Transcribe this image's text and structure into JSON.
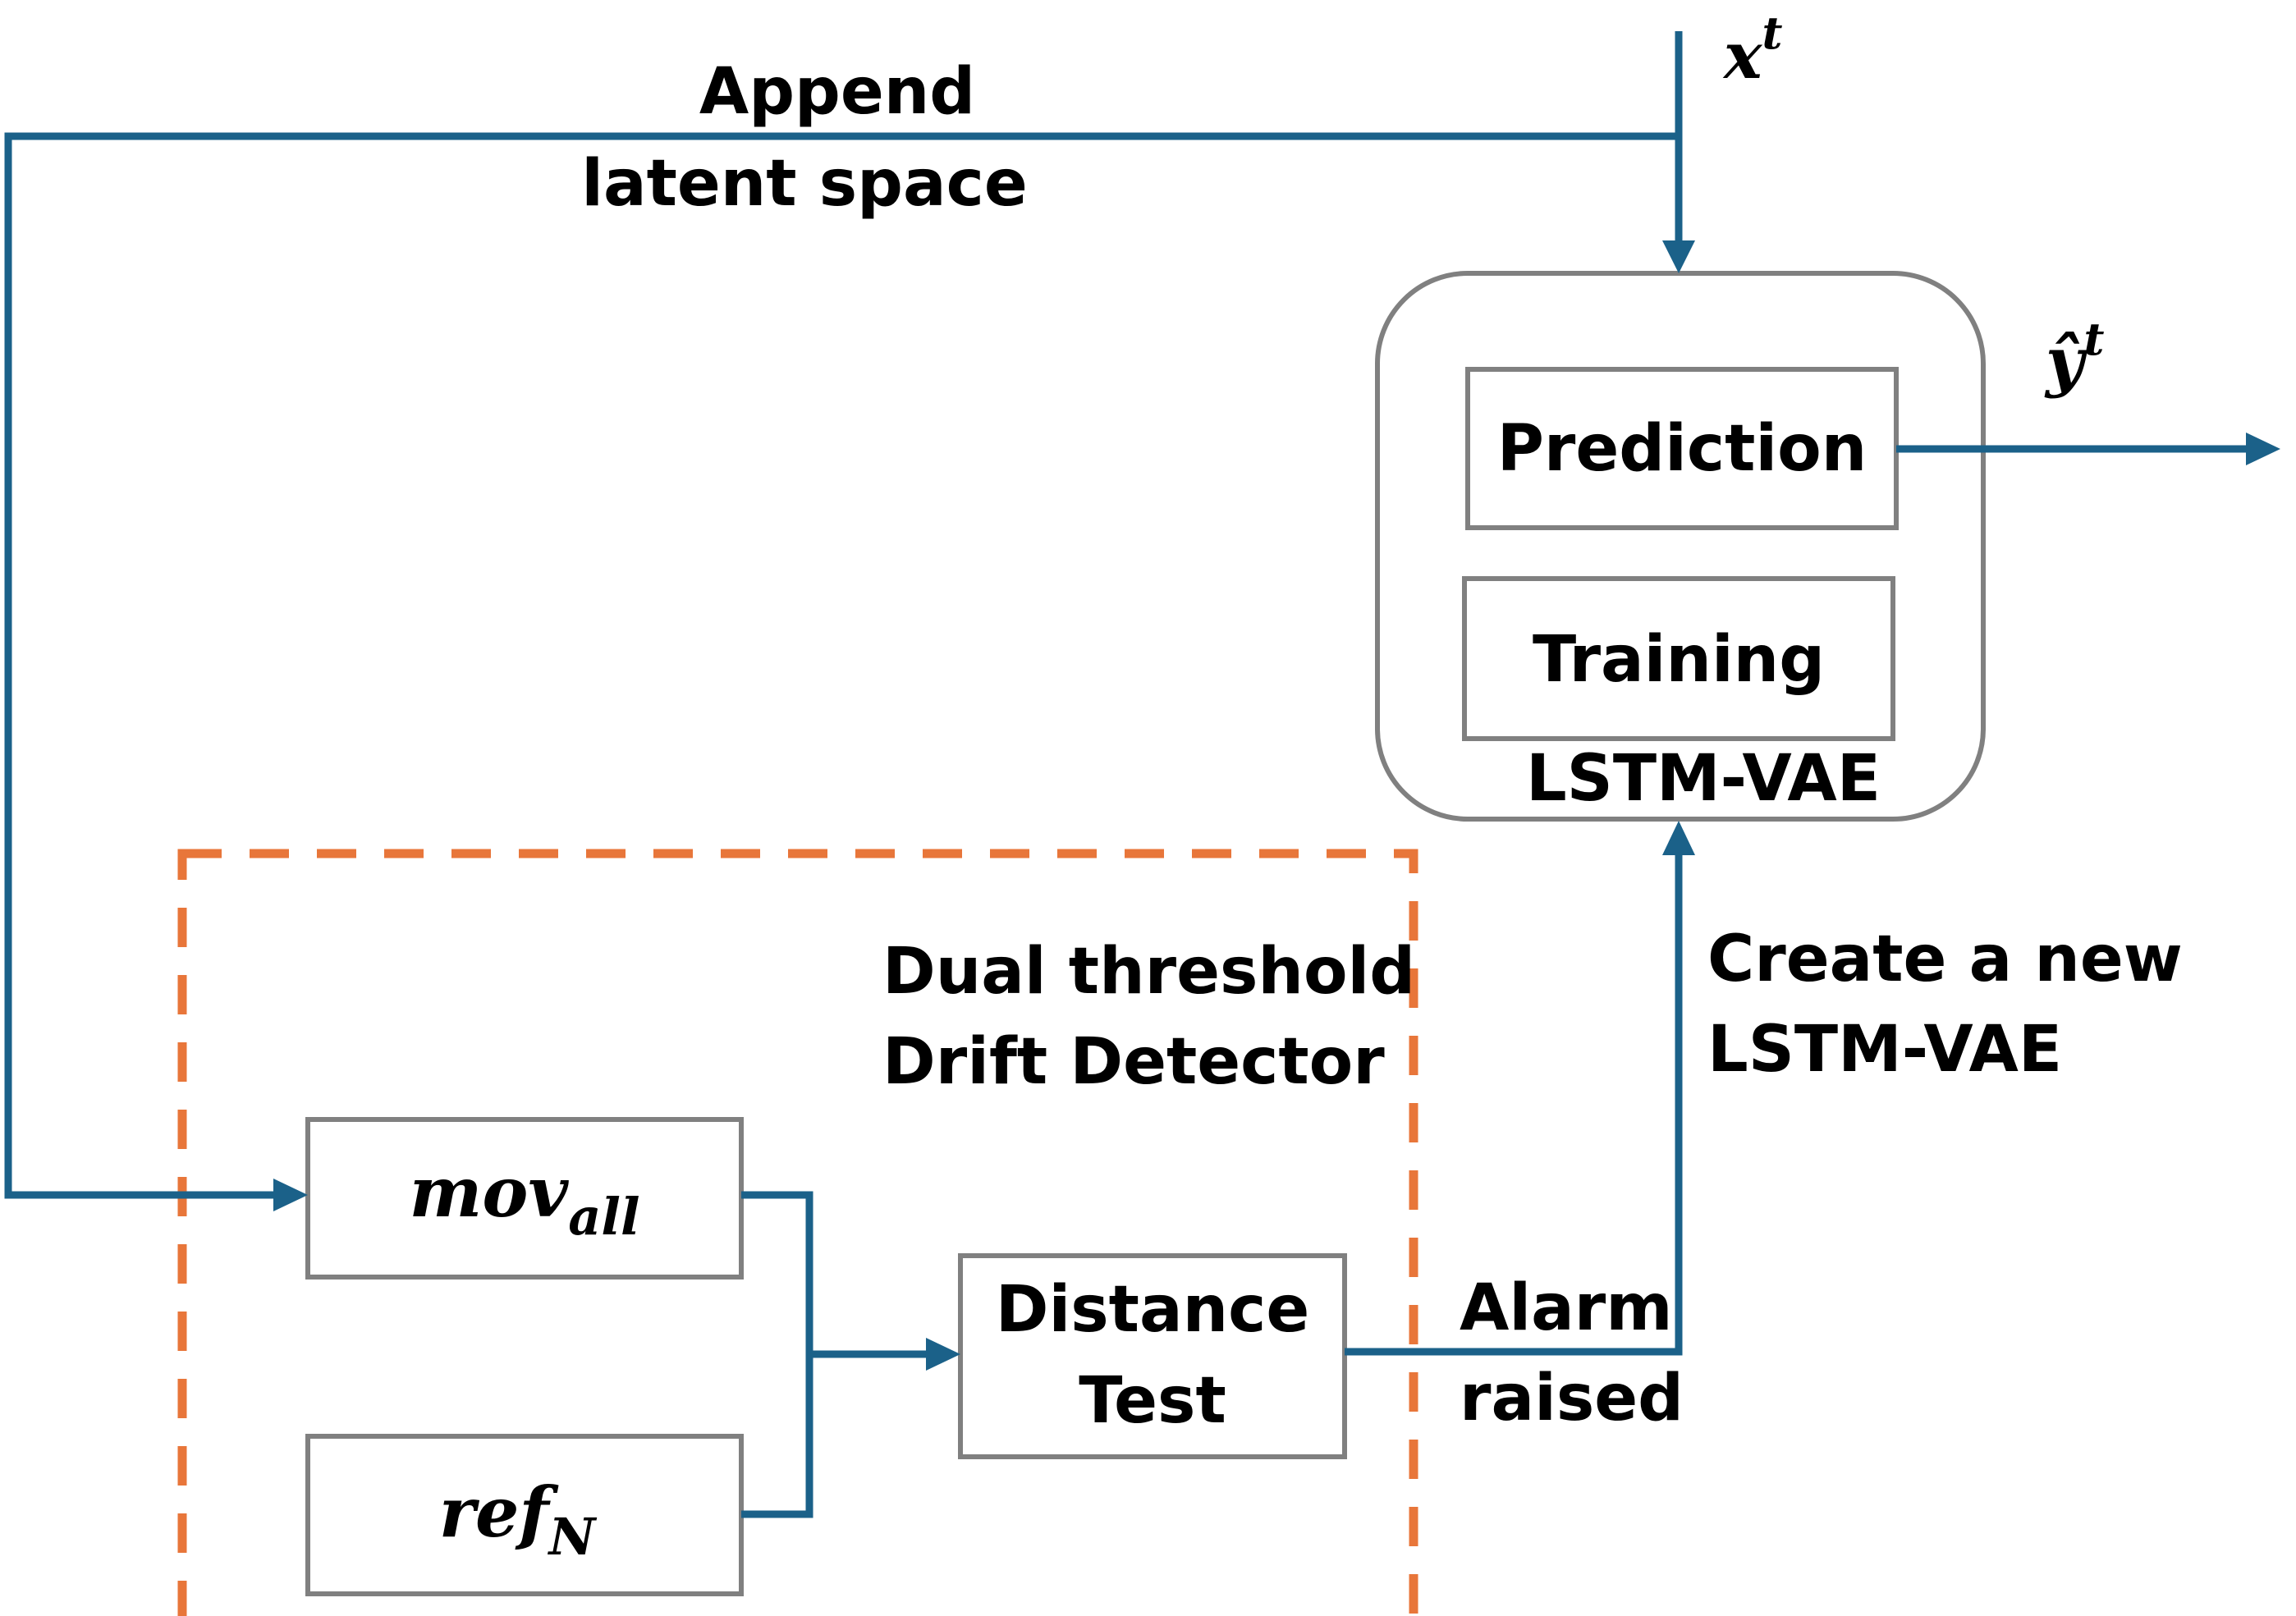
{
  "colors": {
    "flow": "#1b6189",
    "detector_border": "#e8763a",
    "box_border": "#808080",
    "text": "#000000"
  },
  "labels": {
    "x_input": {
      "base": "x",
      "sup": "t"
    },
    "y_output": {
      "base": "ŷ",
      "sup": "t"
    },
    "append": [
      "Append",
      "latent space"
    ],
    "lstm_vae": "LSTM-VAE",
    "prediction": "Prediction",
    "training": "Training",
    "detector": [
      "Dual threshold",
      "Drift Detector"
    ],
    "mov": {
      "base": "mov",
      "sub": "all"
    },
    "ref": {
      "base": "ref",
      "sub": "N"
    },
    "distance_test": [
      "Distance",
      "Test"
    ],
    "alarm": [
      "Alarm",
      "raised"
    ],
    "create_new": [
      "Create a new",
      "LSTM-VAE"
    ]
  }
}
